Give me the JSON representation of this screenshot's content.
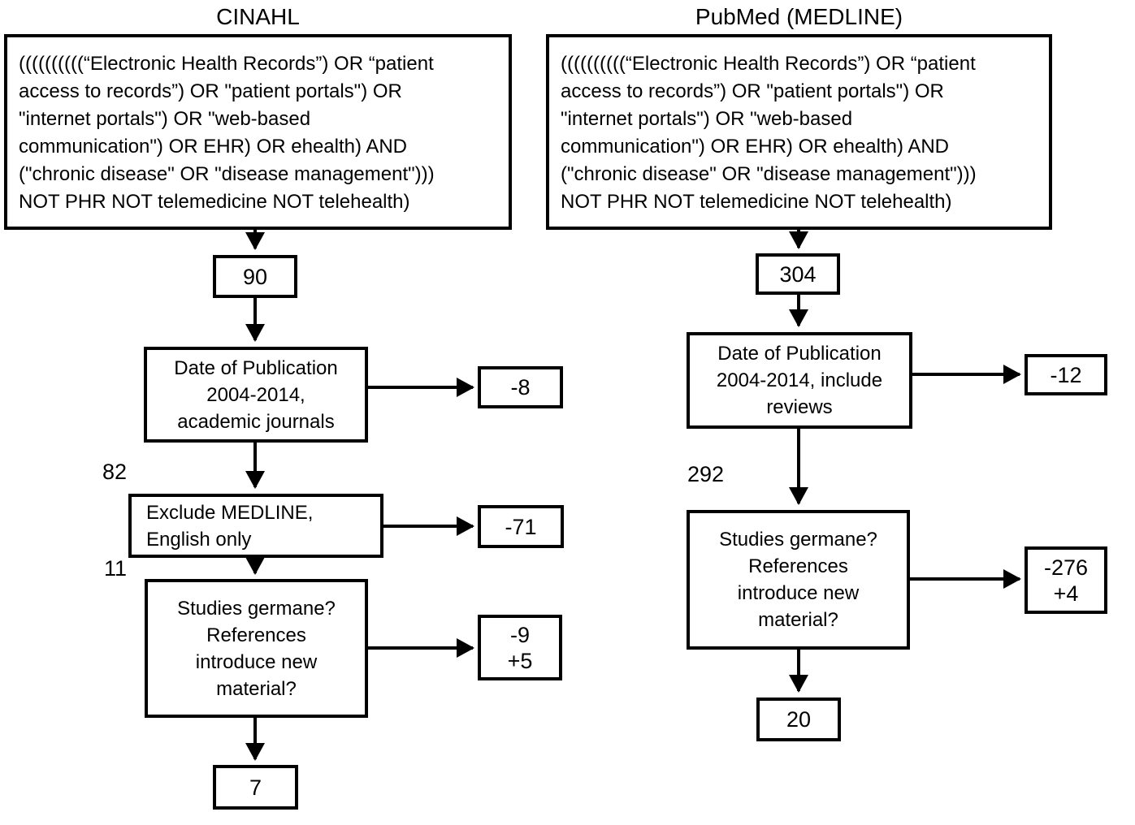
{
  "left": {
    "title": "CINAHL",
    "query_lines": [
      "((((((((((“Electronic Health Records”) OR “patient",
      "access to records”) OR \"patient portals\") OR",
      "\"internet portals\") OR \"web-based",
      "communication\") OR EHR) OR ehealth) AND",
      "(\"chronic disease\" OR \"disease management\")))",
      "NOT PHR NOT telemedicine NOT telehealth)"
    ],
    "initial_count": "90",
    "date_filter_lines": [
      "Date of Publication",
      "2004-2014,",
      "academic journals"
    ],
    "date_excluded": "-8",
    "count_after_date": "82",
    "exclude_filter_lines": [
      "Exclude MEDLINE,",
      "English only"
    ],
    "exclude_excluded": "-71",
    "count_after_exclude": "11",
    "germane_filter_lines": [
      "Studies germane?",
      "References",
      "introduce new",
      "material?"
    ],
    "germane_excluded": "-9",
    "germane_added": "+5",
    "final_count": "7"
  },
  "right": {
    "title": "PubMed (MEDLINE)",
    "query_lines": [
      "((((((((((“Electronic Health Records”) OR “patient",
      "access to records”) OR \"patient portals\") OR",
      "\"internet portals\") OR \"web-based",
      "communication\") OR EHR) OR ehealth) AND",
      "(\"chronic disease\" OR \"disease management\")))",
      "NOT PHR NOT telemedicine NOT telehealth)"
    ],
    "initial_count": "304",
    "date_filter_lines": [
      "Date of Publication",
      "2004-2014, include",
      "reviews"
    ],
    "date_excluded": "-12",
    "count_after_date": "292",
    "germane_filter_lines": [
      "Studies germane?",
      "References",
      "introduce new",
      "material?"
    ],
    "germane_excluded": "-276",
    "germane_added": "+4",
    "final_count": "20"
  }
}
